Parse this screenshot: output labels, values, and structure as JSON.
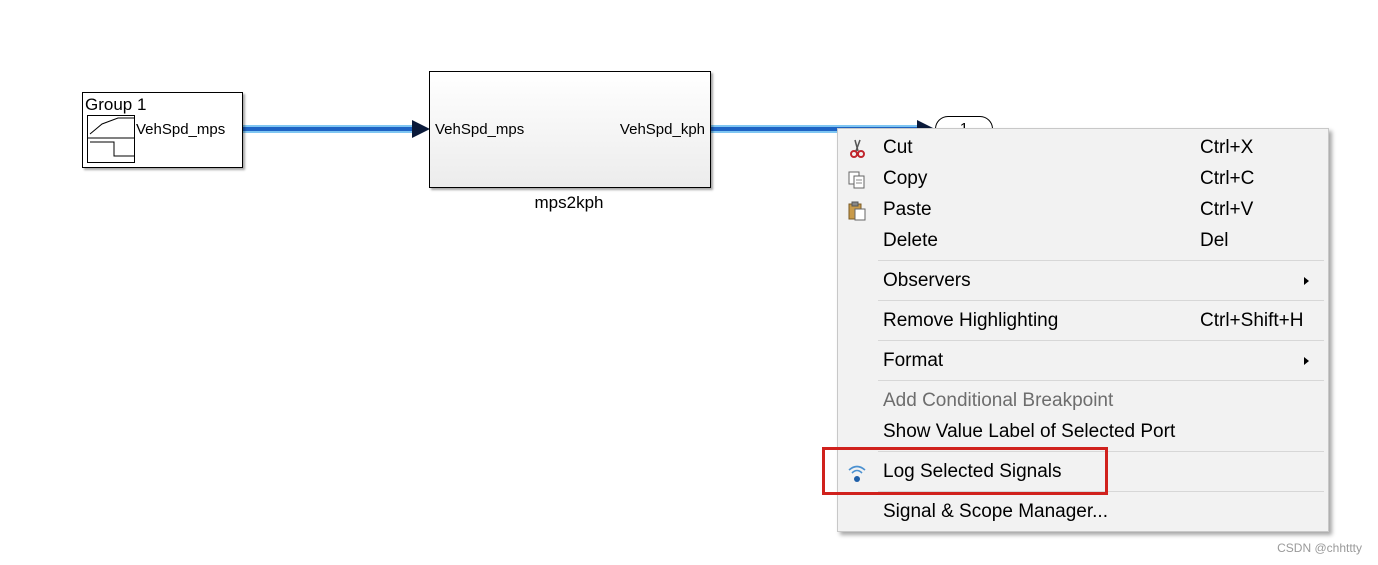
{
  "diagram": {
    "group_block": {
      "title": "Group 1",
      "port_label": "VehSpd_mps"
    },
    "subsystem": {
      "input_label": "VehSpd_mps",
      "output_label": "VehSpd_kph",
      "name": "mps2kph"
    },
    "outport": {
      "label": "1"
    },
    "signal_highlight_color": "#7fc6f2",
    "signal_color": "#1e63c4"
  },
  "context_menu": {
    "items": [
      {
        "label": "Cut",
        "shortcut": "Ctrl+X",
        "icon": "scissors-icon"
      },
      {
        "label": "Copy",
        "shortcut": "Ctrl+C",
        "icon": "copy-icon"
      },
      {
        "label": "Paste",
        "shortcut": "Ctrl+V",
        "icon": "paste-icon"
      },
      {
        "label": "Delete",
        "shortcut": "Del"
      },
      {
        "label": "Observers",
        "submenu": true
      },
      {
        "label": "Remove Highlighting",
        "shortcut": "Ctrl+Shift+H"
      },
      {
        "label": "Format",
        "submenu": true
      },
      {
        "label": "Add Conditional Breakpoint",
        "disabled": true
      },
      {
        "label": "Show Value Label of Selected Port"
      },
      {
        "label": "Log Selected Signals",
        "icon": "log-signal-icon"
      },
      {
        "label": "Signal & Scope Manager..."
      }
    ],
    "highlight_box_color": "#d0211d"
  },
  "watermark": "CSDN @chhttty"
}
